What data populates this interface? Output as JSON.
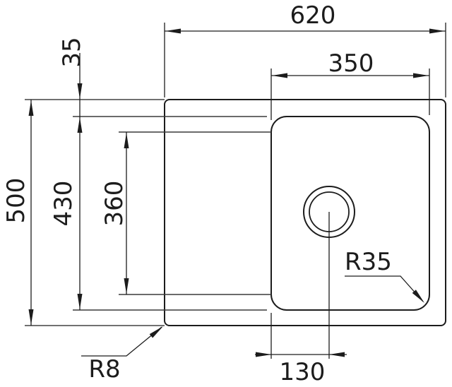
{
  "drawing": {
    "title": "Sink top-view dimensional drawing",
    "colors": {
      "line": "#1c1c1c",
      "background": "#ffffff"
    },
    "labels": {
      "overall_width": "620",
      "bowl_width": "350",
      "rim_offset": "35",
      "overall_depth": "500",
      "inner_depth": "430",
      "bowl_depth": "360",
      "bowl_corner_radius": "R35",
      "outer_corner_radius": "R8",
      "drain_offset": "130"
    }
  }
}
